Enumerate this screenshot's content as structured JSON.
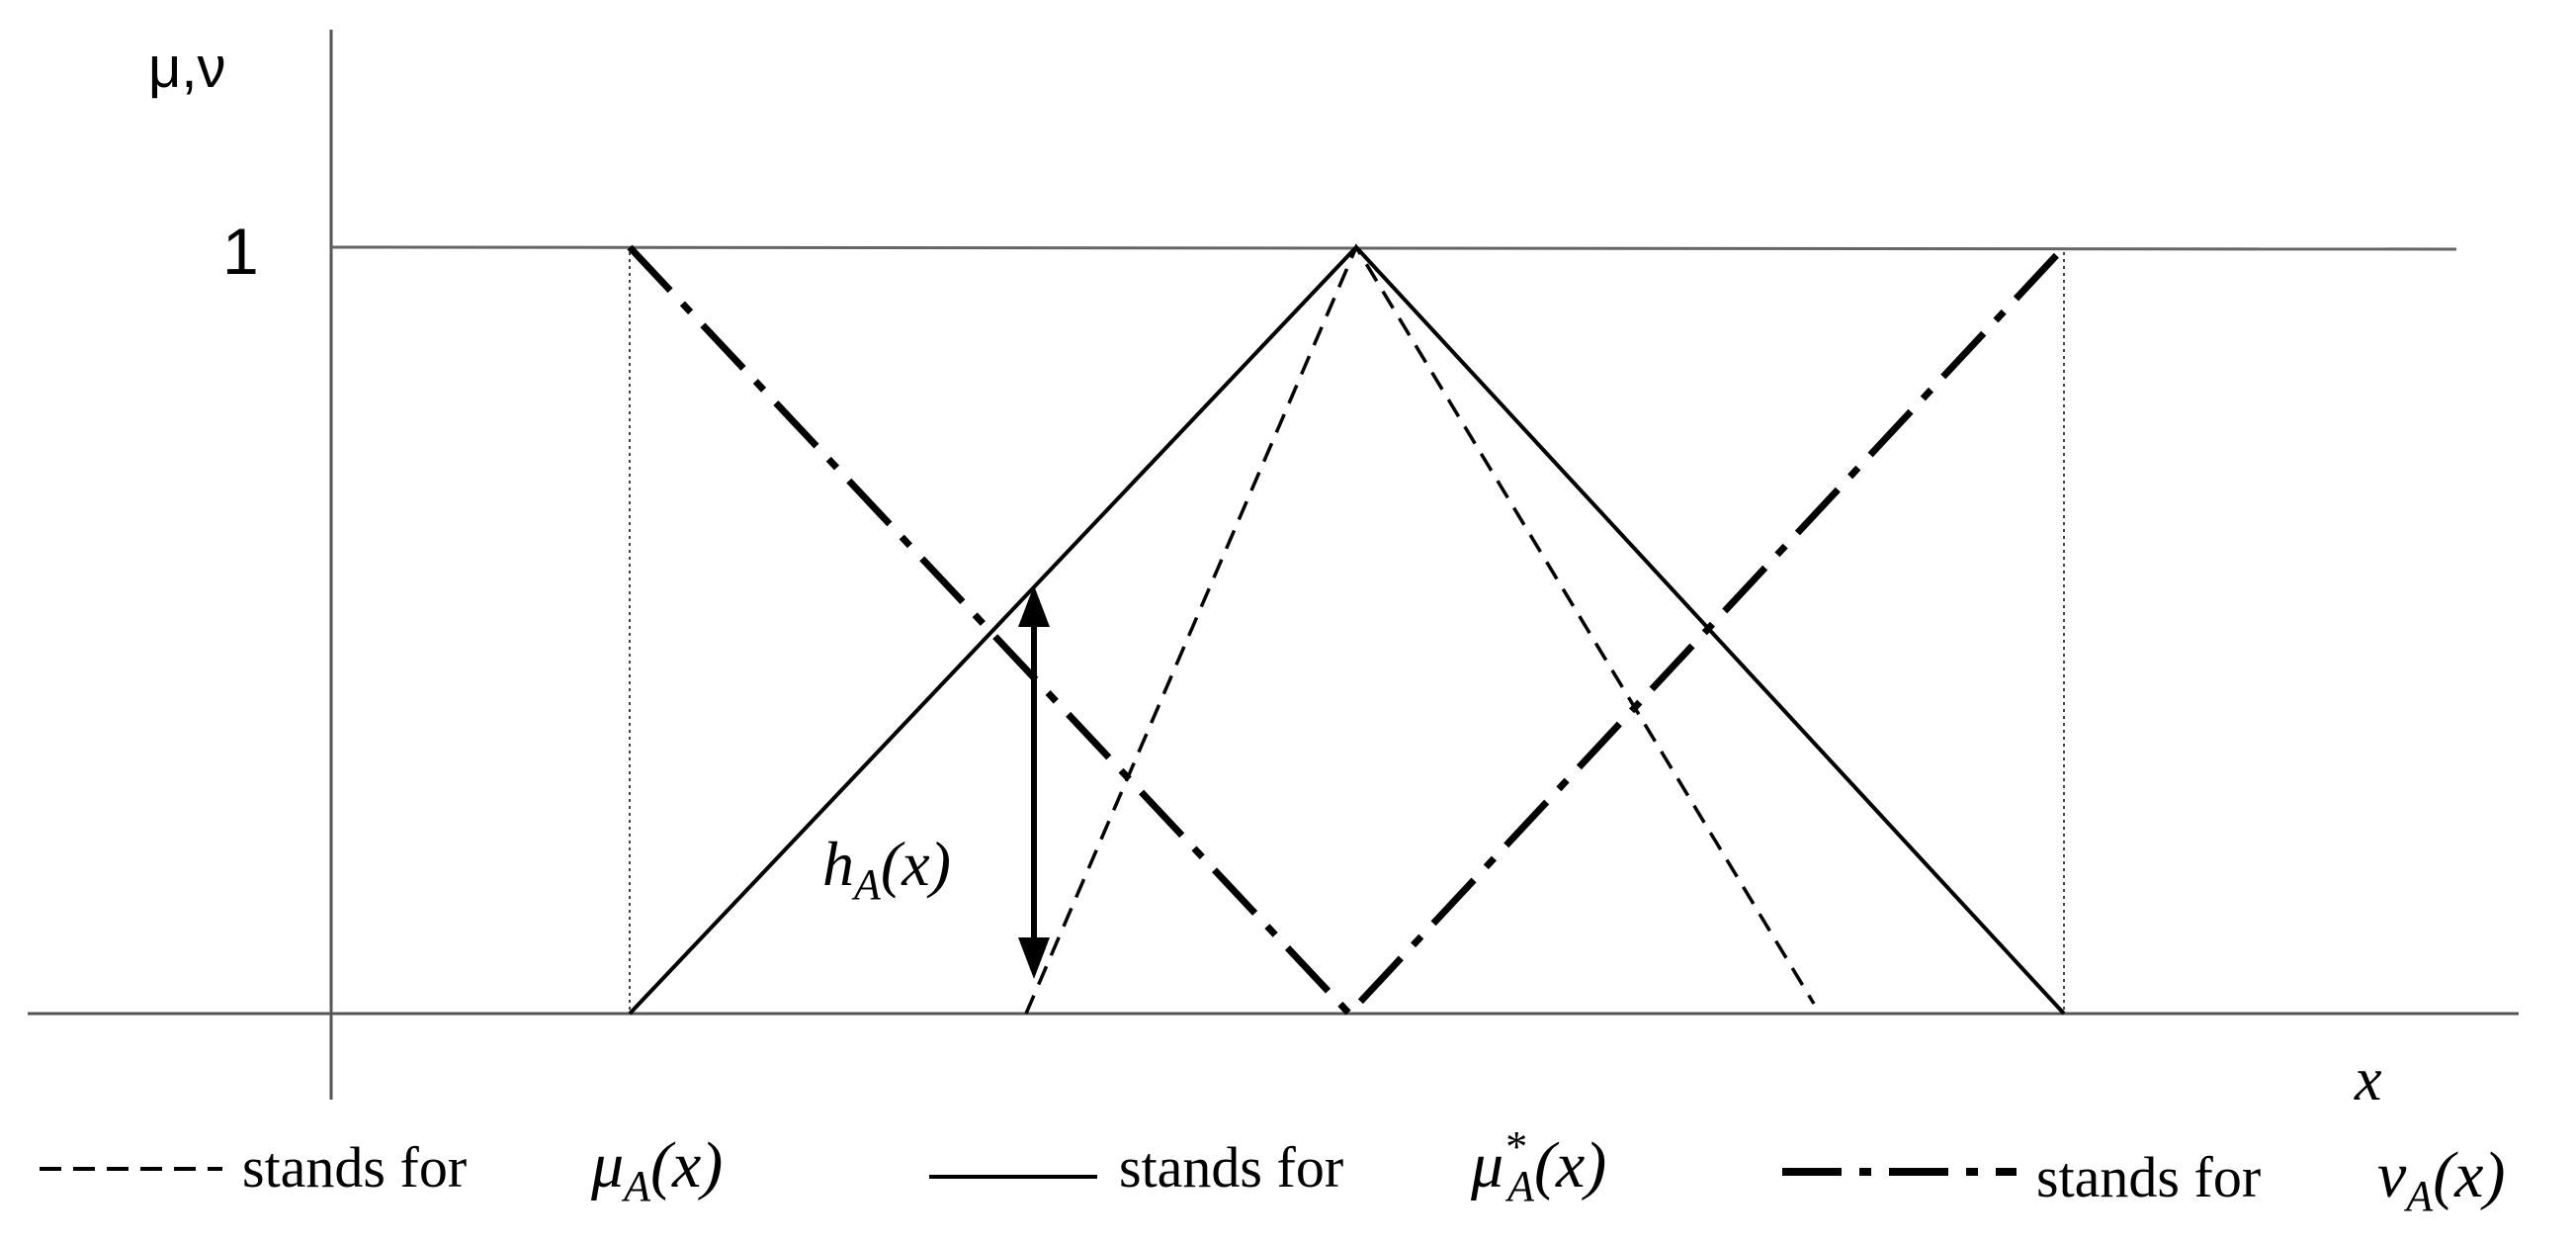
{
  "axes": {
    "y_label": "μ,ν",
    "y_tick": "1",
    "x_label": "x"
  },
  "annotation": {
    "hesitation": "h_A(x)",
    "hesitation_base": "h",
    "hesitation_sub": "A",
    "hesitation_arg": "(x)"
  },
  "legend": {
    "items": [
      {
        "key": "mu",
        "line_style": "dashed",
        "text": "stands for",
        "symbol_base": "μ",
        "symbol_sup": "",
        "symbol_sub": "A",
        "symbol_arg": "(x)"
      },
      {
        "key": "mu_star",
        "line_style": "solid",
        "text": "stands for",
        "symbol_base": "μ",
        "symbol_sup": "*",
        "symbol_sub": "A",
        "symbol_arg": "(x)"
      },
      {
        "key": "nu",
        "line_style": "dash-dot",
        "text": "stands for",
        "symbol_base": "ν",
        "symbol_sup": "",
        "symbol_sub": "A",
        "symbol_arg": "(x)"
      }
    ]
  }
}
